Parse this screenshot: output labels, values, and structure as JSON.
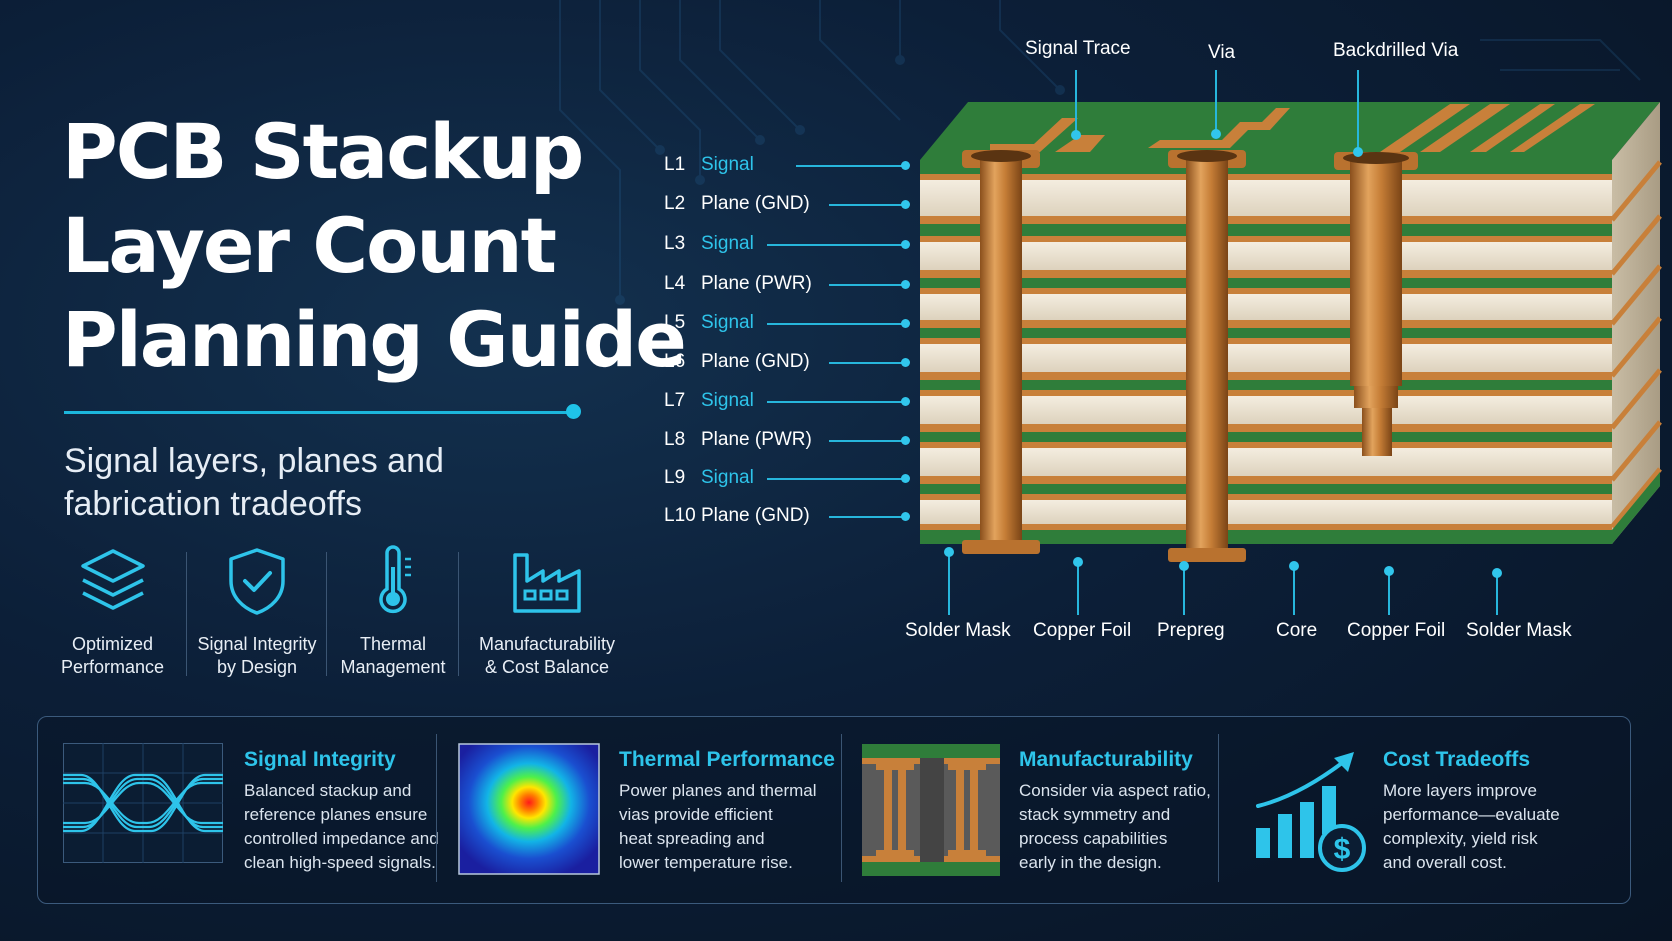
{
  "title": {
    "line1": "PCB Stackup",
    "line2": "Layer Count",
    "line3": "Planning Guide"
  },
  "subtitle": {
    "line1": "Signal layers, planes and",
    "line2": "fabrication tradeoffs"
  },
  "features": [
    {
      "icon": "layers-icon",
      "line1": "Optimized",
      "line2": "Performance"
    },
    {
      "icon": "shield-check-icon",
      "line1": "Signal Integrity",
      "line2": "by Design"
    },
    {
      "icon": "thermometer-icon",
      "line1": "Thermal",
      "line2": "Management"
    },
    {
      "icon": "factory-icon",
      "line1": "Manufacturability",
      "line2": "& Cost Balance"
    }
  ],
  "layers": [
    {
      "id": "L1",
      "name": "Signal",
      "type": "signal"
    },
    {
      "id": "L2",
      "name": "Plane (GND)",
      "type": "plane"
    },
    {
      "id": "L3",
      "name": "Signal",
      "type": "signal"
    },
    {
      "id": "L4",
      "name": "Plane (PWR)",
      "type": "plane"
    },
    {
      "id": "L5",
      "name": "Signal",
      "type": "signal"
    },
    {
      "id": "L6",
      "name": "Plane (GND)",
      "type": "plane"
    },
    {
      "id": "L7",
      "name": "Signal",
      "type": "signal"
    },
    {
      "id": "L8",
      "name": "Plane (PWR)",
      "type": "plane"
    },
    {
      "id": "L9",
      "name": "Signal",
      "type": "signal"
    },
    {
      "id": "L10",
      "name": "Plane (GND)",
      "type": "plane"
    }
  ],
  "top_callouts": [
    "Signal Trace",
    "Via",
    "Backdrilled Via"
  ],
  "bottom_callouts": [
    "Solder Mask",
    "Copper Foil",
    "Prepreg",
    "Core",
    "Copper Foil",
    "Solder Mask"
  ],
  "cards": [
    {
      "icon": "eye-diagram-icon",
      "title": "Signal Integrity",
      "lines": [
        "Balanced stackup and",
        "reference planes ensure",
        "controlled impedance and",
        "clean high-speed signals."
      ]
    },
    {
      "icon": "thermal-map-icon",
      "title": "Thermal Performance",
      "lines": [
        "Power planes and thermal",
        "vias provide efficient",
        "heat spreading and",
        "lower temperature rise."
      ]
    },
    {
      "icon": "via-cross-section-icon",
      "title": "Manufacturability",
      "lines": [
        "Consider via aspect ratio,",
        "stack symmetry and",
        "process capabilities",
        "early in the design."
      ]
    },
    {
      "icon": "cost-growth-icon",
      "title": "Cost Tradeoffs",
      "lines": [
        "More layers improve",
        "performance—evaluate",
        "complexity, yield risk",
        "and overall cost."
      ]
    }
  ],
  "colors": {
    "background": "#0b1a2e",
    "accent": "#2ec4ea",
    "copper": "#c8803a",
    "solder_mask": "#2f7d3a",
    "dielectric": "#ece4d3"
  }
}
